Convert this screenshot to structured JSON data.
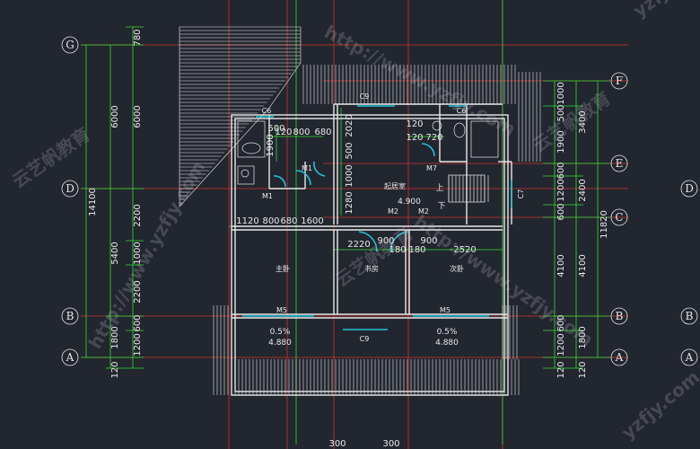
{
  "axes": {
    "left": [
      "G",
      "D",
      "A",
      "B"
    ],
    "right": [
      "F",
      "E",
      "C",
      "B",
      "A"
    ],
    "right_d": "D",
    "right_b": "B",
    "right_a": "A"
  },
  "dims_left_outer": [
    "14100"
  ],
  "dims_left_mid": [
    "6000",
    "5400",
    "1800",
    "120"
  ],
  "dims_left_inner": [
    "780",
    "6000",
    "2200",
    "1000",
    "2200",
    "600",
    "1200"
  ],
  "dims_right_outer": [
    "11820"
  ],
  "dims_right_mid": [
    "3400",
    "2400",
    "4100",
    "1800",
    "120"
  ],
  "dims_right_inner": [
    "1000",
    "500",
    "1900",
    "600",
    "1200",
    "600",
    "4100",
    "600",
    "1200",
    "120"
  ],
  "dims_plan": {
    "row1": [
      "120",
      "800",
      "680"
    ],
    "row1b": [
      "120",
      "720"
    ],
    "row2": [
      "1120",
      "800",
      "680",
      "1600"
    ],
    "row3": [
      "2220",
      "900",
      "180",
      "180",
      "900",
      "2520"
    ],
    "vert_a": [
      "1900"
    ],
    "vert_b": [
      "2020",
      "500",
      "1000",
      "1280"
    ],
    "vert_c": [
      "500"
    ],
    "bottom": [
      "300",
      "300"
    ]
  },
  "rooms": {
    "living": "起居室",
    "master": "主卧",
    "study": "书房",
    "second": "次卧"
  },
  "labels": {
    "level_living": "4.900",
    "up": "上",
    "down": "下",
    "slope_l": "0.5%",
    "level_l": "4.880",
    "slope_r": "0.5%",
    "level_r": "4.880"
  },
  "windows": {
    "c9_top": "C9",
    "c6_l": "C6",
    "c6_r": "C6",
    "c7": "C7",
    "c9_bot": "C9",
    "m1_a": "M1",
    "m1_b": "M1",
    "m2_a": "M2",
    "m2_b": "M2",
    "m5_a": "M5",
    "m5_b": "M5",
    "m7": "M7"
  },
  "watermarks": [
    "http://www.yzfjy.com",
    "云艺帆教育",
    "yzfjy",
    "云艺帆教育",
    "http://www.yzfjy.com",
    "云艺帆教育",
    "http://www.yzfjy.com",
    "yzfjy.com"
  ],
  "colors": {
    "background": "#22262f",
    "wall": "#e8e8e8",
    "axis_line": "#d0342c",
    "dim_line": "#33dd33",
    "window": "#21c4d6",
    "text": "#e8e8e8"
  }
}
